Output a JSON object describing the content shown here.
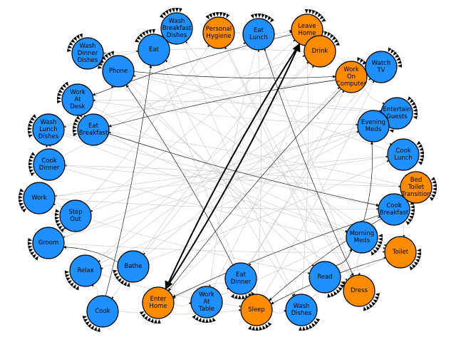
{
  "colors": {
    "blue": "#1e90ff",
    "orange": "#ff8c00"
  },
  "nodes": [
    {
      "id": "wash-breakfast-dishes",
      "label": "Wash Breakfast Dishes",
      "color": "blue"
    },
    {
      "id": "personal-hygiene",
      "label": "Personal Hygiene",
      "color": "orange"
    },
    {
      "id": "eat-lunch",
      "label": "Eat Lunch",
      "color": "blue"
    },
    {
      "id": "leave-home",
      "label": "Leave Home",
      "color": "orange"
    },
    {
      "id": "eat",
      "label": "Eat",
      "color": "blue"
    },
    {
      "id": "drink",
      "label": "Drink",
      "color": "orange"
    },
    {
      "id": "wash-dinner-dishes",
      "label": "Wash Dinner Dishes",
      "color": "blue"
    },
    {
      "id": "watch-tv",
      "label": "Watch TV",
      "color": "blue"
    },
    {
      "id": "phone",
      "label": "Phone",
      "color": "blue"
    },
    {
      "id": "work-on-computer",
      "label": "Work On Computer",
      "color": "orange"
    },
    {
      "id": "work-at-desk",
      "label": "Work At Desk",
      "color": "blue"
    },
    {
      "id": "entertain-guests",
      "label": "Entertain Guests",
      "color": "blue"
    },
    {
      "id": "eat-breakfast",
      "label": "Eat Breakfast",
      "color": "blue"
    },
    {
      "id": "evening-meds",
      "label": "Evening Meds",
      "color": "blue"
    },
    {
      "id": "wash-lunch-dishes",
      "label": "Wash Lunch Dishes",
      "color": "blue"
    },
    {
      "id": "cook-lunch",
      "label": "Cook Lunch",
      "color": "blue"
    },
    {
      "id": "cook-dinner",
      "label": "Cook Dinner",
      "color": "blue"
    },
    {
      "id": "bed-toilet-transition",
      "label": "Bed Toilet Transition",
      "color": "orange"
    },
    {
      "id": "work",
      "label": "Work",
      "color": "blue"
    },
    {
      "id": "cook-breakfast",
      "label": "Cook Breakfast",
      "color": "blue"
    },
    {
      "id": "step-out",
      "label": "Step Out",
      "color": "blue"
    },
    {
      "id": "morning-meds",
      "label": "Morning Meds",
      "color": "blue"
    },
    {
      "id": "groom",
      "label": "Groom",
      "color": "blue"
    },
    {
      "id": "toilet",
      "label": "Toilet",
      "color": "orange"
    },
    {
      "id": "relax",
      "label": "Relax",
      "color": "blue"
    },
    {
      "id": "bathe",
      "label": "Bathe",
      "color": "blue"
    },
    {
      "id": "read",
      "label": "Read",
      "color": "blue"
    },
    {
      "id": "eat-dinner",
      "label": "Eat Dinner",
      "color": "blue"
    },
    {
      "id": "dress",
      "label": "Dress",
      "color": "orange"
    },
    {
      "id": "enter-home",
      "label": "Enter Home",
      "color": "orange"
    },
    {
      "id": "work-at-table",
      "label": "Work At Table",
      "color": "blue"
    },
    {
      "id": "sleep",
      "label": "Sleep",
      "color": "orange"
    },
    {
      "id": "wash-dishes",
      "label": "Wash Dishes",
      "color": "blue"
    },
    {
      "id": "cook",
      "label": "Cook",
      "color": "blue"
    }
  ],
  "edges": [
    {
      "from": "enter-home",
      "to": "leave-home",
      "weight": "bold"
    },
    {
      "from": "leave-home",
      "to": "enter-home",
      "weight": "bold"
    },
    {
      "from": "work-on-computer",
      "to": "eat-breakfast",
      "weight": "dark"
    },
    {
      "from": "work-on-computer",
      "to": "enter-home",
      "weight": "dark"
    },
    {
      "from": "leave-home",
      "to": "work-at-desk",
      "weight": "dark"
    },
    {
      "from": "eat-dinner",
      "to": "phone",
      "weight": "dark"
    },
    {
      "from": "cook",
      "to": "eat",
      "weight": "dark"
    },
    {
      "from": "bathe",
      "to": "groom",
      "weight": "dark"
    },
    {
      "from": "toilet",
      "to": "sleep",
      "weight": "dark"
    },
    {
      "from": "cook-breakfast",
      "to": "enter-home",
      "weight": "dark"
    },
    {
      "from": "morning-meds",
      "to": "evening-meds",
      "weight": "dark"
    },
    {
      "from": "read",
      "to": "morning-meds",
      "weight": "dark"
    },
    {
      "from": "cook-breakfast",
      "to": "sleep",
      "weight": "dark"
    },
    {
      "from": "eat-breakfast",
      "to": "cook-breakfast",
      "weight": "dark"
    },
    {
      "from": "eat-lunch",
      "to": "dress",
      "weight": "dark"
    },
    {
      "from": "phone",
      "to": "work-on-computer",
      "weight": "dark"
    },
    {
      "from": "wash-lunch-dishes",
      "to": "morning-meds",
      "weight": "faint"
    },
    {
      "from": "cook-dinner",
      "to": "toilet",
      "weight": "faint"
    },
    {
      "from": "work",
      "to": "cook-breakfast",
      "weight": "faint"
    },
    {
      "from": "step-out",
      "to": "read",
      "weight": "faint"
    },
    {
      "from": "groom",
      "to": "toilet",
      "weight": "faint"
    },
    {
      "from": "relax",
      "to": "sleep",
      "weight": "faint"
    },
    {
      "from": "watch-tv",
      "to": "relax",
      "weight": "faint"
    },
    {
      "from": "entertain-guests",
      "to": "groom",
      "weight": "faint"
    },
    {
      "from": "cook-lunch",
      "to": "work",
      "weight": "faint"
    },
    {
      "from": "bed-toilet-transition",
      "to": "cook-dinner",
      "weight": "faint"
    },
    {
      "from": "drink",
      "to": "wash-dinner-dishes",
      "weight": "faint"
    },
    {
      "from": "eat",
      "to": "sleep",
      "weight": "faint"
    },
    {
      "from": "personal-hygiene",
      "to": "dress",
      "weight": "faint"
    },
    {
      "from": "wash-breakfast-dishes",
      "to": "wash-dishes",
      "weight": "faint"
    },
    {
      "from": "eat-lunch",
      "to": "work-at-table",
      "weight": "faint"
    },
    {
      "from": "leave-home",
      "to": "cook",
      "weight": "faint"
    },
    {
      "from": "drink",
      "to": "bathe",
      "weight": "faint"
    },
    {
      "from": "watch-tv",
      "to": "eat-dinner",
      "weight": "faint"
    },
    {
      "from": "work-on-computer",
      "to": "wash-lunch-dishes",
      "weight": "faint"
    },
    {
      "from": "evening-meds",
      "to": "step-out",
      "weight": "faint"
    },
    {
      "from": "entertain-guests",
      "to": "work-at-desk",
      "weight": "faint"
    },
    {
      "from": "cook-lunch",
      "to": "phone",
      "weight": "faint"
    },
    {
      "from": "bed-toilet-transition",
      "to": "eat-breakfast",
      "weight": "faint"
    },
    {
      "from": "toilet",
      "to": "wash-dinner-dishes",
      "weight": "faint"
    },
    {
      "from": "morning-meds",
      "to": "eat",
      "weight": "faint"
    },
    {
      "from": "dress",
      "to": "wash-breakfast-dishes",
      "weight": "faint"
    },
    {
      "from": "read",
      "to": "personal-hygiene",
      "weight": "faint"
    },
    {
      "from": "sleep",
      "to": "eat-lunch",
      "weight": "faint"
    },
    {
      "from": "wash-dishes",
      "to": "leave-home",
      "weight": "faint"
    },
    {
      "from": "work-at-table",
      "to": "drink",
      "weight": "faint"
    },
    {
      "from": "enter-home",
      "to": "watch-tv",
      "weight": "faint"
    },
    {
      "from": "bathe",
      "to": "work-on-computer",
      "weight": "faint"
    },
    {
      "from": "relax",
      "to": "entertain-guests",
      "weight": "faint"
    },
    {
      "from": "groom",
      "to": "evening-meds",
      "weight": "faint"
    },
    {
      "from": "work",
      "to": "cook-lunch",
      "weight": "faint"
    },
    {
      "from": "cook-dinner",
      "to": "bed-toilet-transition",
      "weight": "faint"
    },
    {
      "from": "wash-lunch-dishes",
      "to": "cook-breakfast",
      "weight": "faint"
    },
    {
      "from": "eat-breakfast",
      "to": "morning-meds",
      "weight": "faint"
    },
    {
      "from": "work-at-desk",
      "to": "toilet",
      "weight": "faint"
    },
    {
      "from": "phone",
      "to": "read",
      "weight": "faint"
    },
    {
      "from": "wash-dinner-dishes",
      "to": "dress",
      "weight": "faint"
    },
    {
      "from": "eat",
      "to": "wash-dishes",
      "weight": "faint"
    },
    {
      "from": "cook",
      "to": "sleep",
      "weight": "faint"
    },
    {
      "from": "eat-dinner",
      "to": "work-on-computer",
      "weight": "faint"
    },
    {
      "from": "sleep",
      "to": "watch-tv",
      "weight": "faint"
    },
    {
      "from": "dress",
      "to": "eat-lunch",
      "weight": "faint"
    },
    {
      "from": "groom",
      "to": "leave-home",
      "weight": "faint"
    },
    {
      "from": "relax",
      "to": "drink",
      "weight": "faint"
    },
    {
      "from": "step-out",
      "to": "personal-hygiene",
      "weight": "faint"
    },
    {
      "from": "cook-dinner",
      "to": "eat-lunch",
      "weight": "faint"
    },
    {
      "from": "wash-lunch-dishes",
      "to": "drink",
      "weight": "faint"
    },
    {
      "from": "work-at-desk",
      "to": "evening-meds",
      "weight": "faint"
    },
    {
      "from": "phone",
      "to": "entertain-guests",
      "weight": "faint"
    },
    {
      "from": "bathe",
      "to": "cook-lunch",
      "weight": "faint"
    },
    {
      "from": "work-at-table",
      "to": "cook-breakfast",
      "weight": "faint"
    },
    {
      "from": "wash-dishes",
      "to": "morning-meds",
      "weight": "faint"
    },
    {
      "from": "read",
      "to": "toilet",
      "weight": "faint"
    },
    {
      "from": "enter-home",
      "to": "work-at-table",
      "weight": "faint"
    },
    {
      "from": "cook",
      "to": "relax",
      "weight": "faint"
    },
    {
      "from": "groom",
      "to": "step-out",
      "weight": "faint"
    },
    {
      "from": "work",
      "to": "wash-lunch-dishes",
      "weight": "faint"
    },
    {
      "from": "eat-breakfast",
      "to": "phone",
      "weight": "faint"
    },
    {
      "from": "wash-dinner-dishes",
      "to": "eat",
      "weight": "faint"
    },
    {
      "from": "personal-hygiene",
      "to": "leave-home",
      "weight": "faint"
    },
    {
      "from": "drink",
      "to": "watch-tv",
      "weight": "faint"
    },
    {
      "from": "evening-meds",
      "to": "cook-lunch",
      "weight": "faint"
    },
    {
      "from": "bed-toilet-transition",
      "to": "toilet",
      "weight": "faint"
    },
    {
      "from": "morning-meds",
      "to": "dress",
      "weight": "faint"
    },
    {
      "from": "sleep",
      "to": "wash-dishes",
      "weight": "faint"
    },
    {
      "from": "eat-dinner",
      "to": "enter-home",
      "weight": "faint"
    },
    {
      "from": "bathe",
      "to": "relax",
      "weight": "faint"
    },
    {
      "from": "step-out",
      "to": "work",
      "weight": "faint"
    },
    {
      "from": "cook-dinner",
      "to": "wash-lunch-dishes",
      "weight": "faint"
    },
    {
      "from": "work-at-desk",
      "to": "eat-breakfast",
      "weight": "faint"
    },
    {
      "from": "wash-breakfast-dishes",
      "to": "eat",
      "weight": "faint"
    },
    {
      "from": "eat-lunch",
      "to": "leave-home",
      "weight": "faint"
    },
    {
      "from": "work-on-computer",
      "to": "entertain-guests",
      "weight": "faint"
    },
    {
      "from": "cook-breakfast",
      "to": "bed-toilet-transition",
      "weight": "faint"
    },
    {
      "from": "read",
      "to": "dress",
      "weight": "faint"
    },
    {
      "from": "work-at-table",
      "to": "eat-dinner",
      "weight": "faint"
    }
  ]
}
